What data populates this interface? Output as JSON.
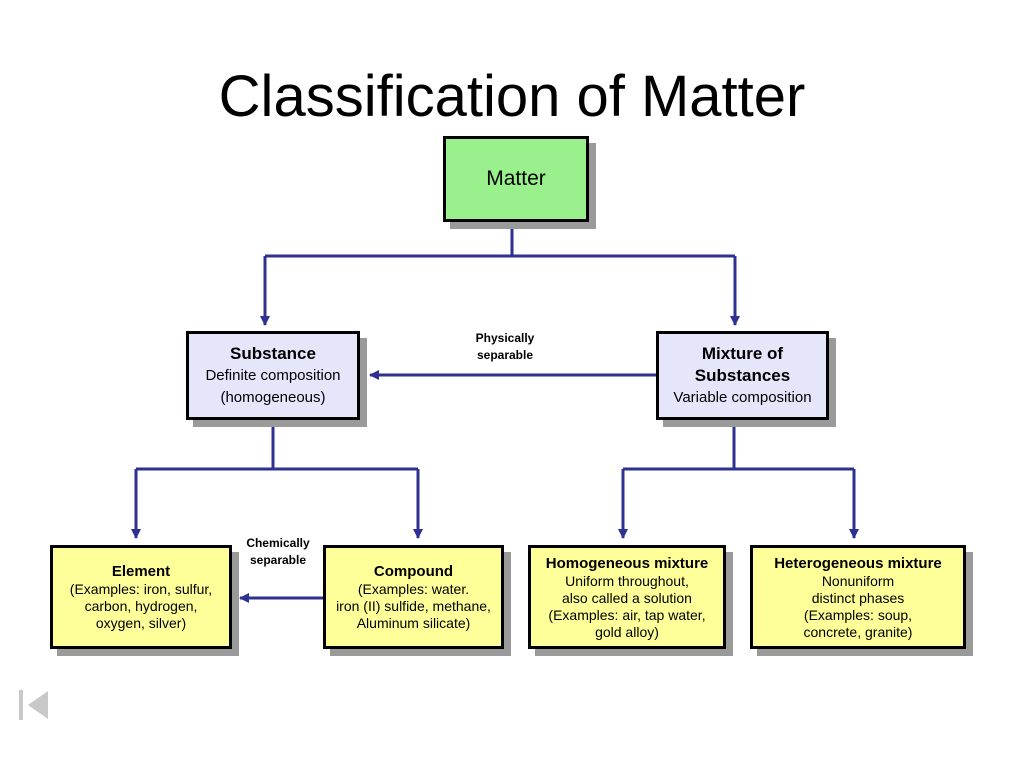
{
  "title": "Classification of Matter",
  "nodes": {
    "matter": {
      "label": "Matter"
    },
    "substance": {
      "label": "Substance",
      "lines": [
        "Definite composition",
        "(homogeneous)"
      ]
    },
    "mixture": {
      "label_lines": [
        "Mixture of",
        "Substances"
      ],
      "lines": [
        "Variable composition"
      ]
    },
    "element": {
      "label": "Element",
      "lines": [
        "(Examples:  iron, sulfur,",
        "carbon, hydrogen,",
        "oxygen, silver)"
      ]
    },
    "compound": {
      "label": "Compound",
      "lines": [
        "(Examples:  water.",
        "iron (II) sulfide, methane,",
        "Aluminum silicate)"
      ]
    },
    "homogeneous": {
      "label": "Homogeneous mixture",
      "lines": [
        "Uniform  throughout,",
        "also called a solution",
        "(Examples:  air, tap water,",
        "gold alloy)"
      ]
    },
    "heterogeneous": {
      "label": "Heterogeneous mixture",
      "lines": [
        "Nonuniform",
        "distinct phases",
        "(Examples:  soup,",
        "concrete, granite)"
      ]
    }
  },
  "annotations": {
    "physically": [
      "Physically",
      "separable"
    ],
    "chemically": [
      "Chemically",
      "separable"
    ]
  },
  "colors": {
    "connector": "#2e3192",
    "matter_fill": "#99f08c",
    "level2_fill": "#e6e6fb",
    "level3_fill": "#ffff99",
    "shadow": "#9a9a9a"
  },
  "icons": {
    "nav": "first-slide-icon"
  }
}
